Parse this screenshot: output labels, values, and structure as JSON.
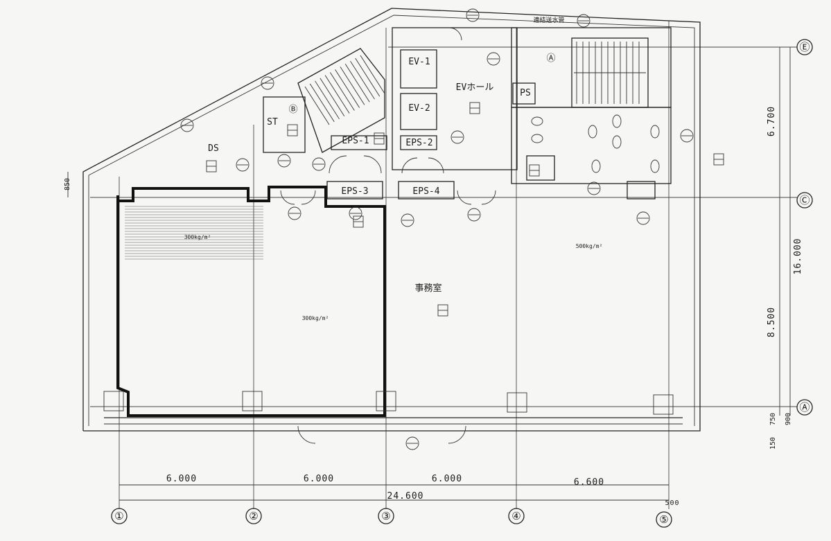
{
  "axes_x": [
    "①",
    "②",
    "③",
    "④",
    "⑤"
  ],
  "axes_y": [
    "Ⓐ",
    "Ⓒ",
    "Ⓔ"
  ],
  "dims_bottom": [
    "6.000",
    "6.000",
    "6.000",
    "6.600"
  ],
  "dim_total": "24.600",
  "dim_small_bottom": "500",
  "dims_right": [
    "6.700",
    "8.500",
    "16.000",
    "900",
    "150",
    "750"
  ],
  "dim_left": "850",
  "rooms": {
    "ds": "DS",
    "ev1": "EV-1",
    "ev2": "EV-2",
    "ev_hall": "EVホール",
    "eps1": "EPS-1",
    "eps2": "EPS-2",
    "eps3": "EPS-3",
    "eps4": "EPS-4",
    "ps": "PS",
    "st": "ST",
    "office": "事務室",
    "stair_a": "Ⓐ",
    "stair_b": "Ⓑ",
    "load_office_right": "300kg/m²",
    "load_office_left": "300kg/m²",
    "load_heavy": "500kg/m²",
    "top_note": "連結送水管"
  }
}
